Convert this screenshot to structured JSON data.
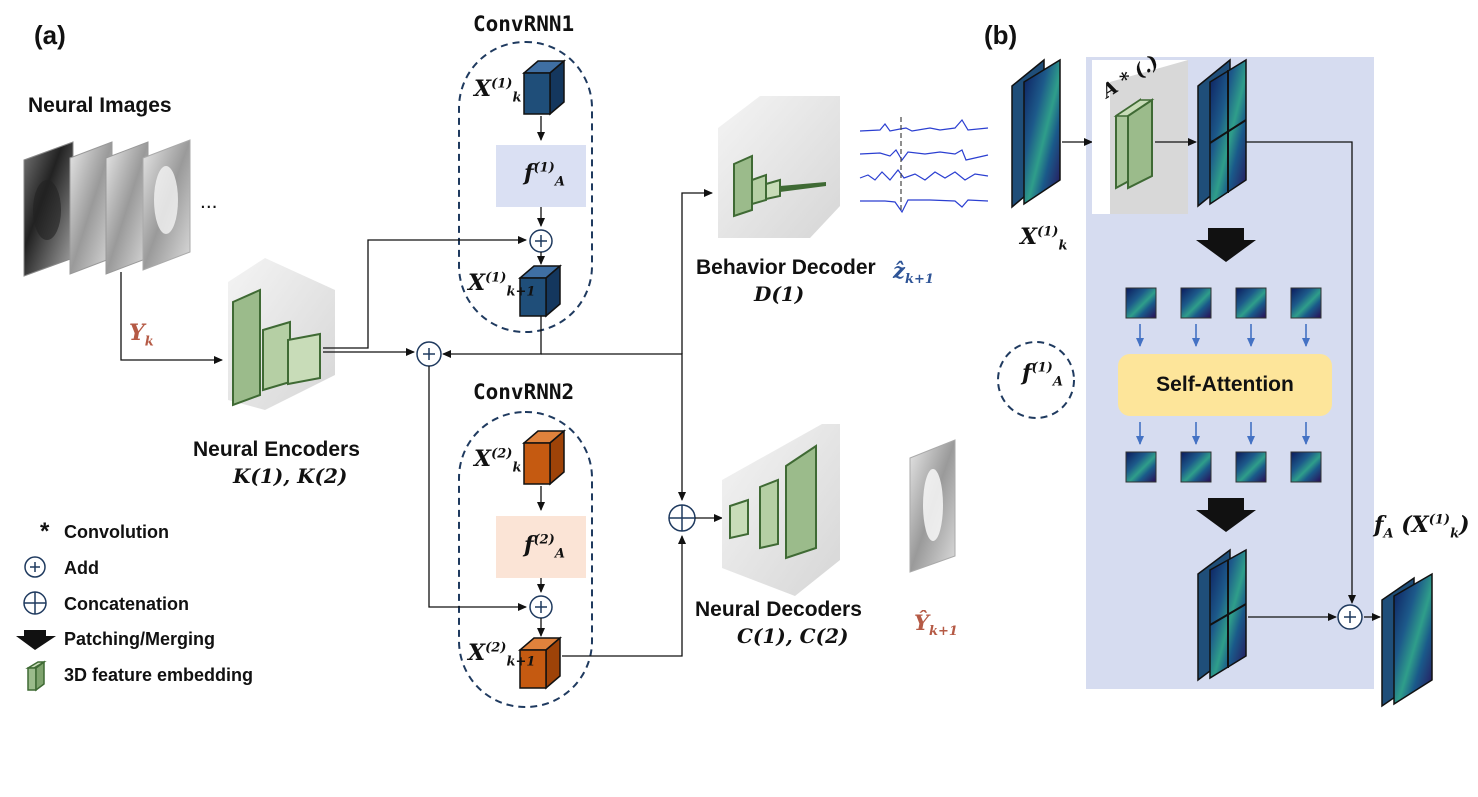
{
  "panels": {
    "a": "(a)",
    "b": "(b)"
  },
  "labels": {
    "neural_images": "Neural Images",
    "ellipsis": "...",
    "y_k": "Y",
    "y_k_sub": "k",
    "neural_encoders": "Neural Encoders",
    "encoders_math": "K(1), K(2)",
    "convrnn1": "ConvRNN1",
    "convrnn2": "ConvRNN2",
    "x1k": "X",
    "x1k_sup": "(1)",
    "x1k_sub": "k",
    "f1": "f",
    "f1_sup": "(1)",
    "f1_sub": "A",
    "x1k1": "X",
    "x1k1_sup": "(1)",
    "x1k1_sub": "k+1",
    "x2k": "X",
    "x2k_sup": "(2)",
    "x2k_sub": "k",
    "f2": "f",
    "f2_sup": "(2)",
    "f2_sub": "A",
    "x2k1": "X",
    "x2k1_sup": "(2)",
    "x2k1_sub": "k+1",
    "behavior_decoder": "Behavior Decoder",
    "behavior_math": "D(1)",
    "zhat": "ẑ",
    "zhat_sub": "k+1",
    "neural_decoders": "Neural Decoders",
    "decoders_math": "C(1), C(2)",
    "yhat": "Ŷ",
    "yhat_sub": "k+1",
    "b_input": "X",
    "b_input_sup": "(1)",
    "b_input_sub": "k",
    "b_conv": "A * (.)",
    "b_fA": "f",
    "b_fA_sup": "(1)",
    "b_fA_sub": "A",
    "self_attention": "Self-Attention",
    "b_output": "f",
    "b_output_sub": "A",
    "b_output_arg": "(X",
    "b_output_arg_sup": "(1)",
    "b_output_arg_sub": "k",
    "b_output_close": ")"
  },
  "legend": {
    "conv_symbol": "*",
    "convolution": "Convolution",
    "add": "Add",
    "concatenation": "Concatenation",
    "patching": "Patching/Merging",
    "embedding": "3D feature embedding"
  },
  "colors": {
    "rnn1_cube": "#1f4e79",
    "rnn2_cube": "#c55a11",
    "f1_box": "#dae0f3",
    "f2_box": "#fbe4d6",
    "green_layer": "#9bbb8b",
    "panel_b_bg": "#d6dcf0",
    "self_attention": "#fde59a",
    "y_label": "#b55a45",
    "z_label": "#2f5597"
  }
}
